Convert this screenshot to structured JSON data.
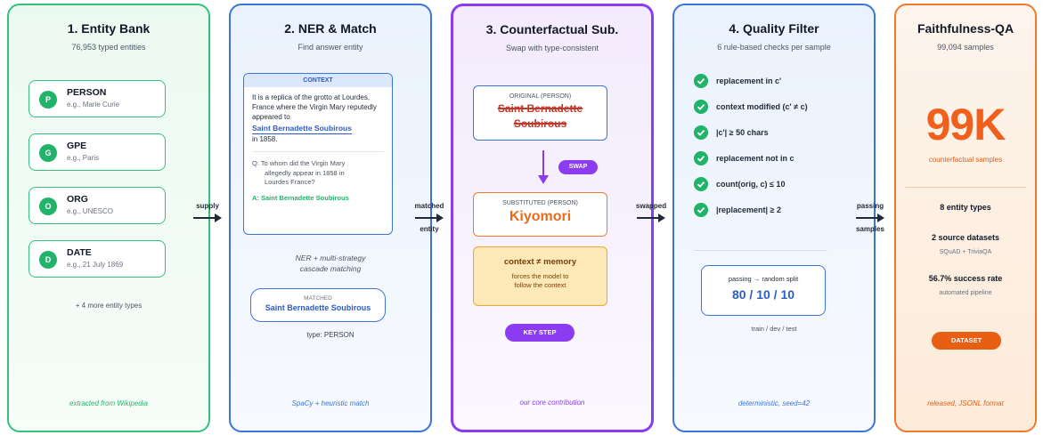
{
  "panels": {
    "entity_bank": {
      "title": "1. Entity Bank",
      "subtitle": "76,953 typed entities",
      "entities": [
        {
          "badge": "P",
          "name": "PERSON",
          "example": "e.g., Marie Curie"
        },
        {
          "badge": "G",
          "name": "GPE",
          "example": "e.g., Paris"
        },
        {
          "badge": "O",
          "name": "ORG",
          "example": "e.g., UNESCO"
        },
        {
          "badge": "D",
          "name": "DATE",
          "example": "e.g., 21 July 1869"
        }
      ],
      "more": "+ 4 more entity types",
      "footer": "extracted from Wikipedia",
      "color": "#34c17c"
    },
    "ner_match": {
      "title": "2. NER & Match",
      "subtitle": "Find answer entity",
      "context_header": "CONTEXT",
      "context_text": "It is a replica of the grotto at Lourdes, France where the Virgin Mary reputedly appeared to",
      "answer_entity": "Saint Bernadette Soubirous",
      "context_tail": "in 1858.",
      "question_line1": "Q: To whom did the Virgin Mary",
      "question_line2": "allegedly appear in 1858 in",
      "question_line3": "Lourdes France?",
      "answer_line": "A: Saint Bernadette Soubirous",
      "method_line1": "NER + multi-strategy",
      "method_line2": "cascade matching",
      "matched_label": "MATCHED",
      "matched_value": "Saint Bernadette Soubirous",
      "type_line": "type: PERSON",
      "footer": "SpaCy + heuristic match",
      "color": "#3d74d9"
    },
    "counterfactual": {
      "title": "3. Counterfactual Sub.",
      "subtitle": "Swap with type-consistent",
      "original_label": "ORIGINAL (PERSON)",
      "original_line1": "Saint Bernadette",
      "original_line2": "Soubirous",
      "swap_label": "SWAP",
      "substituted_label": "SUBSTITUTED (PERSON)",
      "substituted_value": "Kiyomori",
      "memory_title": "context ≠ memory",
      "memory_line1": "forces the model to",
      "memory_line2": "follow the context",
      "key_step": "KEY STEP",
      "footer": "our core contribution",
      "color": "#8b3cf0"
    },
    "quality_filter": {
      "title": "4. Quality Filter",
      "subtitle": "6 rule-based checks per sample",
      "checks": [
        "replacement in c'",
        "context modified (c' ≠ c)",
        "|c'| ≥ 50 chars",
        "replacement not in c",
        "count(orig, c) ≤ 10",
        "|replacement| ≥ 2"
      ],
      "split_label": "passing → random split",
      "split_value": "80 / 10 / 10",
      "split_names": "train / dev / test",
      "footer": "deterministic, seed=42",
      "color": "#3d74d9"
    },
    "faithfulness": {
      "title": "Faithfulness-QA",
      "subtitle": "99,094 samples",
      "big_number": "99K",
      "big_caption": "counterfactual samples",
      "stat1": "8 entity types",
      "stat2": "2 source datasets",
      "stat2_sub": "SQuAD + TriviaQA",
      "stat3": "56.7% success rate",
      "stat3_sub": "automated pipeline",
      "button": "DATASET",
      "footer": "released, JSONL format",
      "color": "#f07a2a"
    }
  },
  "connectors": [
    {
      "line1": "supply",
      "line2": ""
    },
    {
      "line1": "matched",
      "line2": "entity"
    },
    {
      "line1": "swapped",
      "line2": ""
    },
    {
      "line1": "passing",
      "line2": "samples"
    }
  ]
}
